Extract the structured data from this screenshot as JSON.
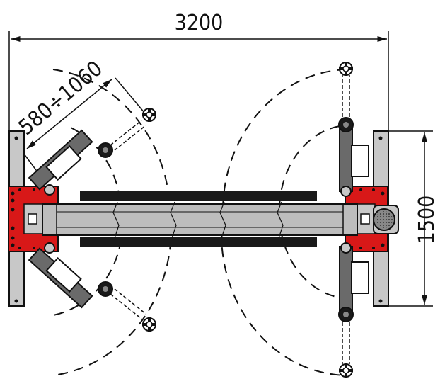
{
  "dimensions": {
    "overall_width": "3200",
    "arm_reach": "580÷1060",
    "column_base_width": "1500"
  },
  "colors": {
    "post_fill": "#c8c8c8",
    "carriage_red": "#d81818",
    "beam_fill": "#bdbdbd",
    "arm_fill": "#6a6a6a",
    "tire_black": "#1a1a1a",
    "line": "#111111"
  },
  "parts": {
    "left_column": "column-post",
    "right_column": "column-post",
    "motor": "hydraulic-power-unit",
    "arms": [
      "front-left-arm",
      "rear-left-arm",
      "front-right-arm",
      "rear-right-arm"
    ],
    "lift_pads": 4
  }
}
